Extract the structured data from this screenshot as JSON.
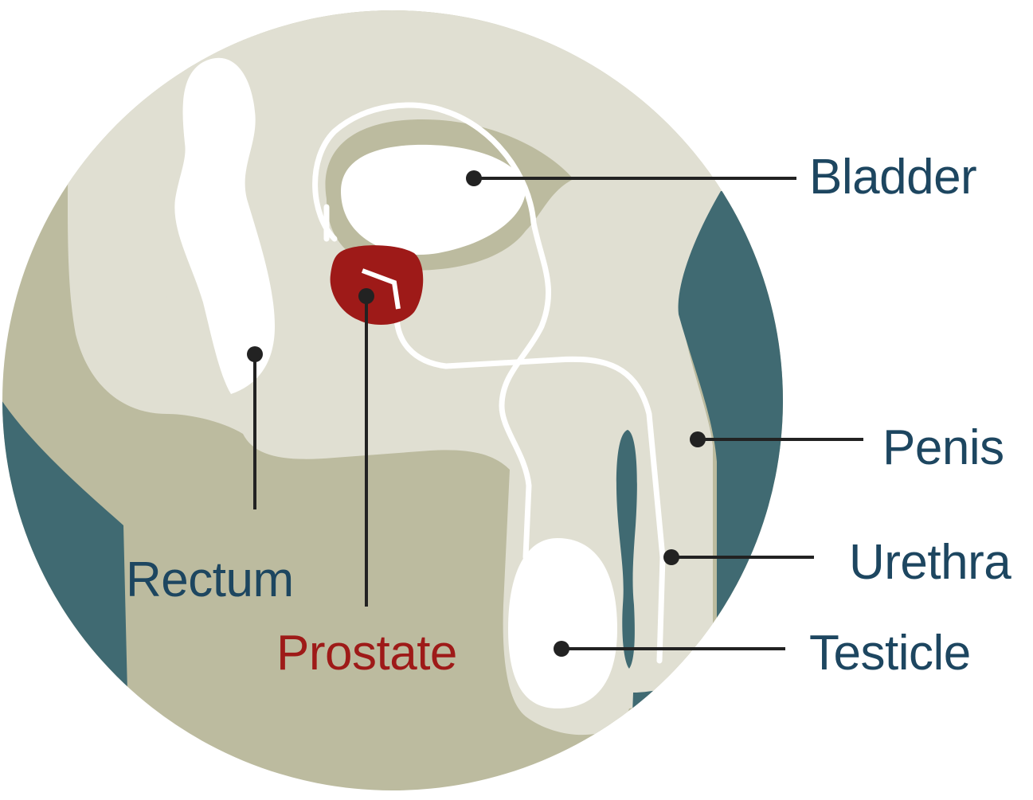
{
  "colors": {
    "label_text": "#1d4660",
    "prostate_text": "#9e1a18",
    "prostate_fill": "#9e1a18",
    "outer_tissue": "#bcbb9f",
    "inner_tissue": "#e0dfd2",
    "teal": "#406a72",
    "organ": "#ffffff",
    "leader": "#222222"
  },
  "labels": {
    "bladder": "Bladder",
    "penis": "Penis",
    "urethra": "Urethra",
    "testicle": "Testicle",
    "rectum": "Rectum",
    "prostate": "Prostate"
  }
}
